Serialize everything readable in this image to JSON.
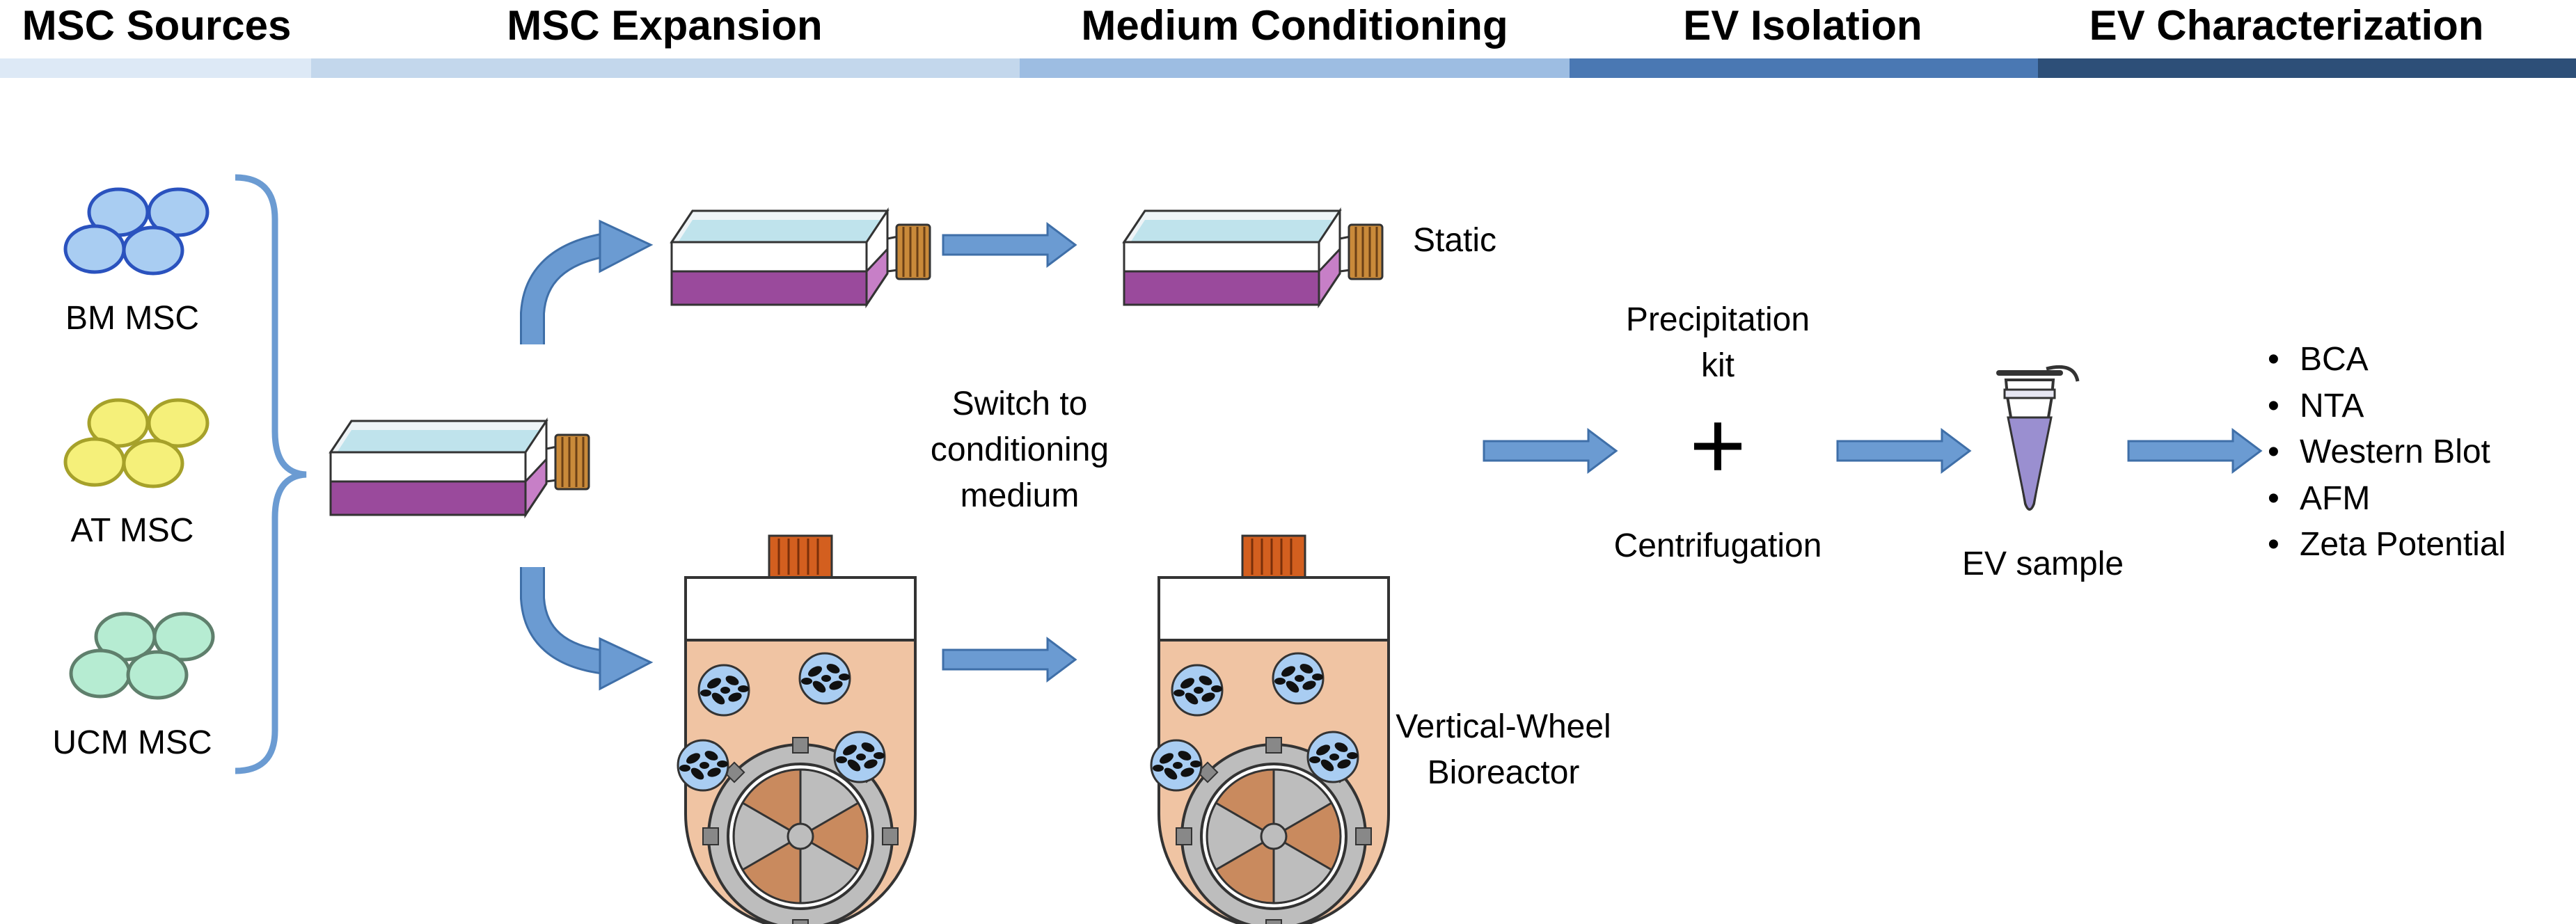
{
  "stages": [
    {
      "title": "MSC Sources",
      "color": "#dde9f6"
    },
    {
      "title": "MSC Expansion",
      "color": "#c3d7ec"
    },
    {
      "title": "Medium Conditioning",
      "color": "#9dbde2"
    },
    {
      "title": "EV Isolation",
      "color": "#4a78b3"
    },
    {
      "title": "EV Characterization",
      "color": "#2d4f78"
    }
  ],
  "sources": {
    "bm": {
      "label": "BM MSC",
      "fill": "#a9cdf2",
      "stroke": "#2a52be"
    },
    "at": {
      "label": "AT MSC",
      "fill": "#f5f07a",
      "stroke": "#a6a12a"
    },
    "ucm": {
      "label": "UCM MSC",
      "fill": "#b6ecd2",
      "stroke": "#5f7f6c"
    }
  },
  "conditioning": {
    "switch_lines": [
      "Switch to",
      "conditioning",
      "medium"
    ],
    "static_label": "Static",
    "vwb_lines": [
      "Vertical-Wheel",
      "Bioreactor"
    ]
  },
  "isolation": {
    "precip_lines": [
      "Precipitation",
      "kit"
    ],
    "plus_symbol": "+",
    "centrifugation_label": "Centrifugation"
  },
  "ev_sample_label": "EV sample",
  "characterization": {
    "bullet": "•",
    "methods": [
      "BCA",
      "NTA",
      "Western Blot",
      "AFM",
      "Zeta Potential"
    ]
  },
  "colors": {
    "arrow_fill": "#6b9bd2",
    "arrow_stroke": "#3f6fa8",
    "medium_purple": "#9a4a9c",
    "bioreactor_medium": "#f0c4a3",
    "cap_orange": "#d35f1f",
    "wheel_brown": "#c98a5e"
  }
}
